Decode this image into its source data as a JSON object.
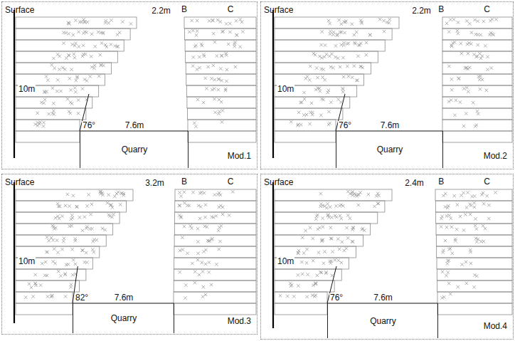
{
  "diagram": {
    "nodes": [
      {
        "text": [
          "Mod.1"
        ]
      },
      {
        "text": [
          "Quarry"
        ],
        "in": 0
      },
      {
        "text": [
          "Mod.2"
        ]
      },
      {
        "text": [
          "Quarry"
        ],
        "in": 2
      },
      {
        "text": [
          "Mod.3"
        ]
      },
      {
        "text": [
          "Quarry"
        ],
        "in": 4
      },
      {
        "text": [
          "Mod.4"
        ]
      },
      {
        "text": [
          "Quarry"
        ],
        "in": 6
      }
    ],
    "labels": [
      "Surface",
      "B",
      "C",
      "2.2m",
      "10m",
      "76°",
      "7.6m",
      "Surface",
      "B",
      "C",
      "2.2m",
      "10m",
      "76°",
      "7.6m",
      "Surface",
      "B",
      "C",
      "3.2m",
      "10m",
      "82°",
      "7.6m",
      "Surface",
      "B",
      "C",
      "2.4m",
      "10m",
      "76°",
      "7.6m"
    ]
  }
}
